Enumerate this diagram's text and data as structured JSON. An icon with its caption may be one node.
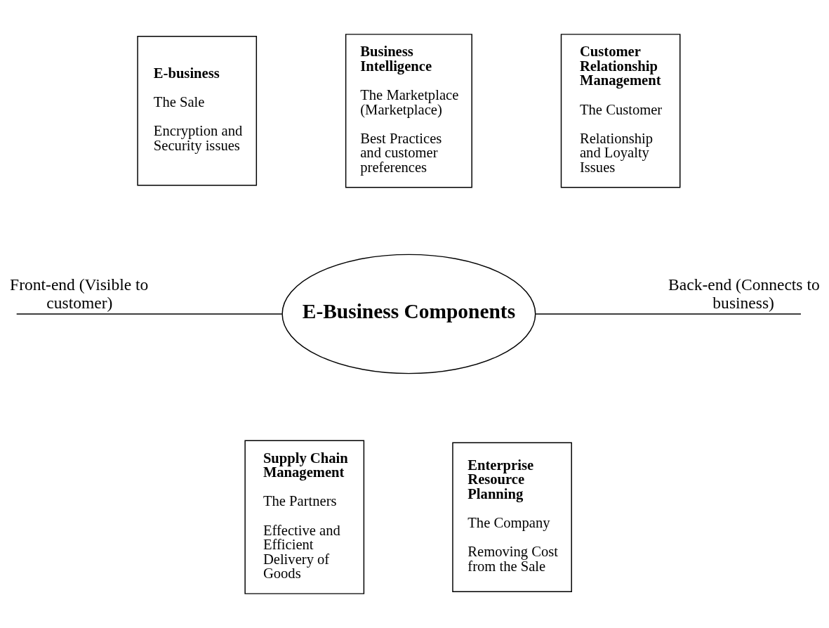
{
  "diagram": {
    "nodes": [
      {
        "text": [
          "E-business",
          "The Sale",
          "Encryption and Security issues"
        ]
      },
      {
        "text": [
          "Business Intelligence",
          "The Marketplace (Marketplace)",
          "Best Practices and customer preferences"
        ]
      },
      {
        "text": [
          "Customer Relationship Management",
          "The Customer",
          "Relationship and Loyalty Issues"
        ]
      },
      {
        "text": [
          "E-Business Components"
        ]
      },
      {
        "text": [
          "Supply Chain Management",
          "The Partners",
          "Effective and Efficient Delivery of Goods"
        ]
      },
      {
        "text": [
          "Enterprise Resource Planning",
          "The Company",
          "Removing Cost from the Sale"
        ]
      }
    ],
    "edges": [
      {
        "from": null,
        "to": 3,
        "arrow": "none",
        "label": "Front-end (Visible to customer)"
      },
      {
        "from": 3,
        "to": null,
        "arrow": "none",
        "label": "Back-end (Connects to business)"
      }
    ]
  }
}
